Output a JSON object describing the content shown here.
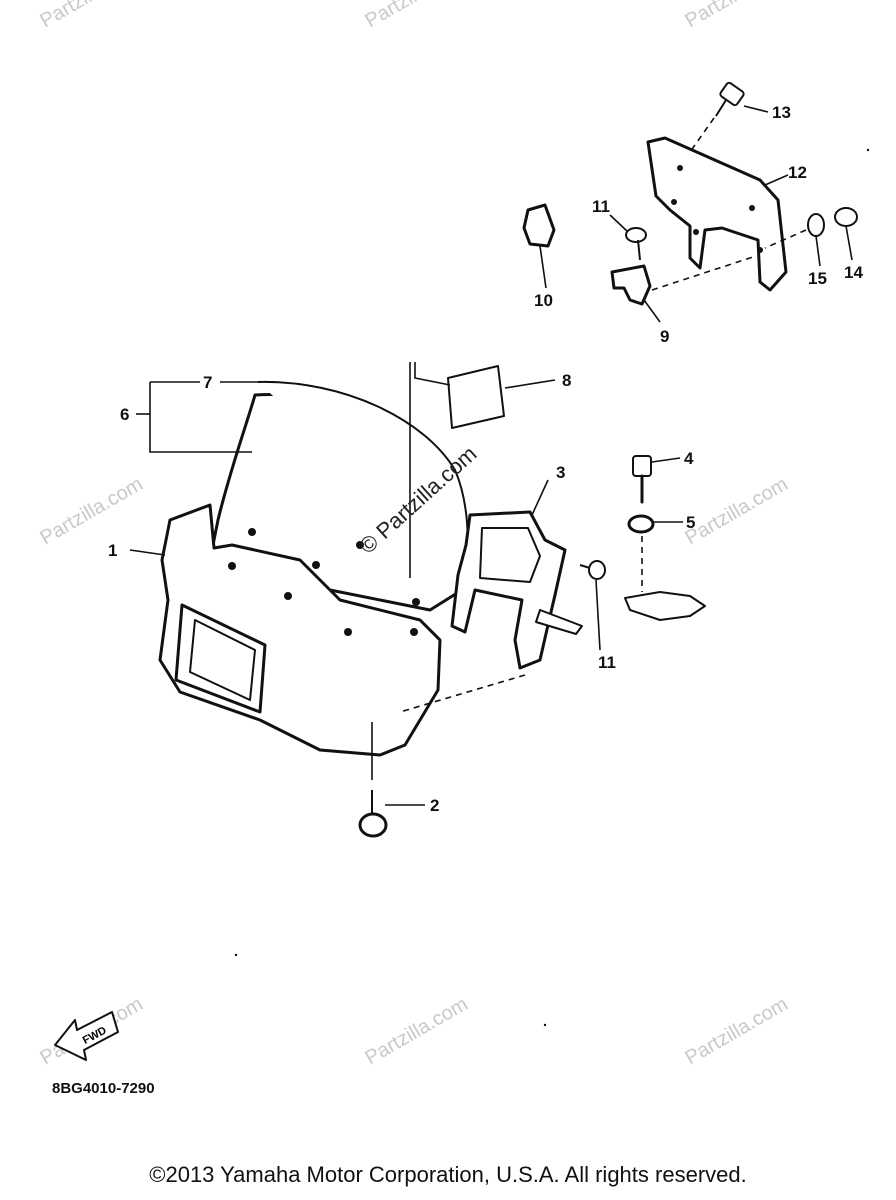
{
  "watermark": {
    "text": "Partzilla.com",
    "center_text": "© Partzilla.com"
  },
  "callouts": [
    {
      "id": "c1",
      "label": "1"
    },
    {
      "id": "c2",
      "label": "2"
    },
    {
      "id": "c3",
      "label": "3"
    },
    {
      "id": "c4",
      "label": "4"
    },
    {
      "id": "c5",
      "label": "5"
    },
    {
      "id": "c6",
      "label": "6"
    },
    {
      "id": "c7",
      "label": "7"
    },
    {
      "id": "c8",
      "label": "8"
    },
    {
      "id": "c9",
      "label": "9"
    },
    {
      "id": "c10",
      "label": "10"
    },
    {
      "id": "c11a",
      "label": "11"
    },
    {
      "id": "c11b",
      "label": "11"
    },
    {
      "id": "c12",
      "label": "12"
    },
    {
      "id": "c13",
      "label": "13"
    },
    {
      "id": "c14",
      "label": "14"
    },
    {
      "id": "c15",
      "label": "15"
    }
  ],
  "direction_marker": {
    "label": "FWD"
  },
  "diagram_code": "8BG4010-7290",
  "copyright": "©2013 Yamaha Motor Corporation, U.S.A. All rights reserved."
}
